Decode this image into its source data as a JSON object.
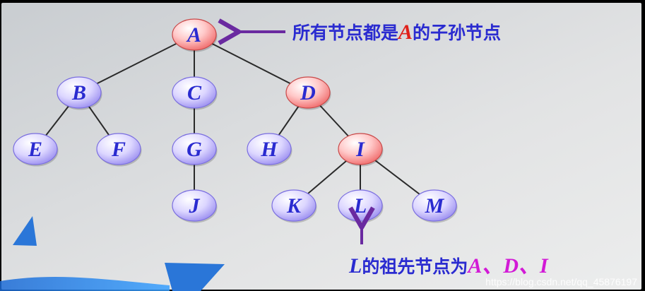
{
  "nodes": [
    {
      "id": "A",
      "label": "A",
      "highlight": true
    },
    {
      "id": "B",
      "label": "B",
      "highlight": false
    },
    {
      "id": "C",
      "label": "C",
      "highlight": false
    },
    {
      "id": "D",
      "label": "D",
      "highlight": true
    },
    {
      "id": "E",
      "label": "E",
      "highlight": false
    },
    {
      "id": "F",
      "label": "F",
      "highlight": false
    },
    {
      "id": "G",
      "label": "G",
      "highlight": false
    },
    {
      "id": "H",
      "label": "H",
      "highlight": false
    },
    {
      "id": "I",
      "label": "I",
      "highlight": true
    },
    {
      "id": "J",
      "label": "J",
      "highlight": false
    },
    {
      "id": "K",
      "label": "K",
      "highlight": false
    },
    {
      "id": "L",
      "label": "L",
      "highlight": false
    },
    {
      "id": "M",
      "label": "M",
      "highlight": false
    }
  ],
  "edges": [
    [
      "A",
      "B"
    ],
    [
      "A",
      "C"
    ],
    [
      "A",
      "D"
    ],
    [
      "B",
      "E"
    ],
    [
      "B",
      "F"
    ],
    [
      "C",
      "G"
    ],
    [
      "G",
      "J"
    ],
    [
      "D",
      "H"
    ],
    [
      "D",
      "I"
    ],
    [
      "I",
      "K"
    ],
    [
      "I",
      "L"
    ],
    [
      "I",
      "M"
    ]
  ],
  "annotation_top": {
    "prefix": "所有节点都是",
    "letter": "A",
    "suffix": "的子孙节点"
  },
  "annotation_bottom": {
    "letter": "L",
    "middle": "的祖先节点为",
    "answer": "A、D、I"
  },
  "watermark": "https://blog.csdn.net/qq_45876197",
  "colors": {
    "label": "#2a2bd0",
    "highlight_letter": "#e0201a",
    "answer": "#d21ad6",
    "arrow": "#6a2aa0",
    "edge": "#2a2a2a",
    "note_text": "#2a2bd0"
  }
}
